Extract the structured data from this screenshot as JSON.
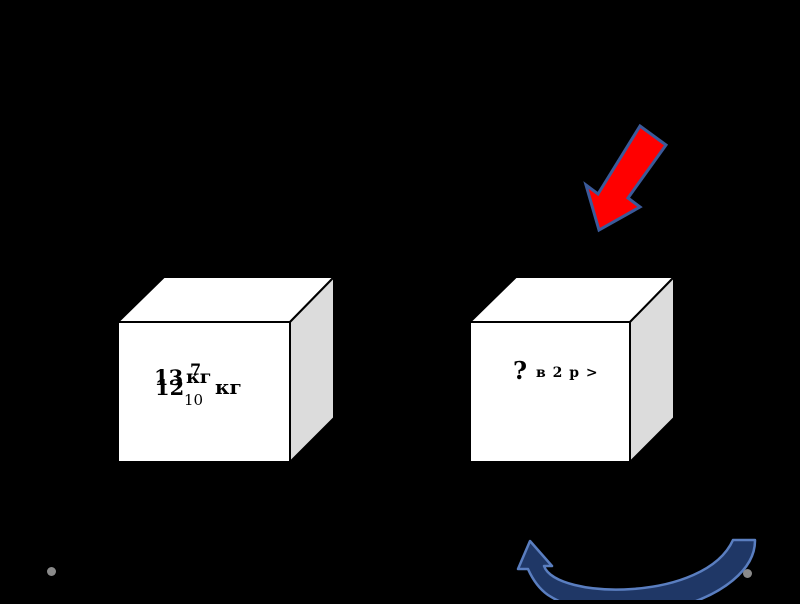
{
  "colors": {
    "background": "#000000",
    "box_front": "#ffffff",
    "box_top": "#ffffff",
    "box_side": "#dcdcdc",
    "box_edge": "#000000",
    "pointer_arrow_fill": "#ff0000",
    "pointer_arrow_stroke": "#3a5a9a",
    "curved_arrow_fill": "#1f3766",
    "curved_arrow_stroke": "#5a7ec0",
    "dot": "#8a8a8a"
  },
  "left_box": {
    "whole_underlay": "13",
    "unit_underlay": "кг",
    "whole": "12",
    "numerator": "7",
    "denominator": "10",
    "unit": "кг"
  },
  "right_box": {
    "question": "?",
    "relation": "в 2 р >"
  },
  "icons": {
    "pointer": "red-down-left-arrow-icon",
    "cycle": "curved-return-arrow-icon",
    "bullet": "bullet-dot-icon"
  }
}
